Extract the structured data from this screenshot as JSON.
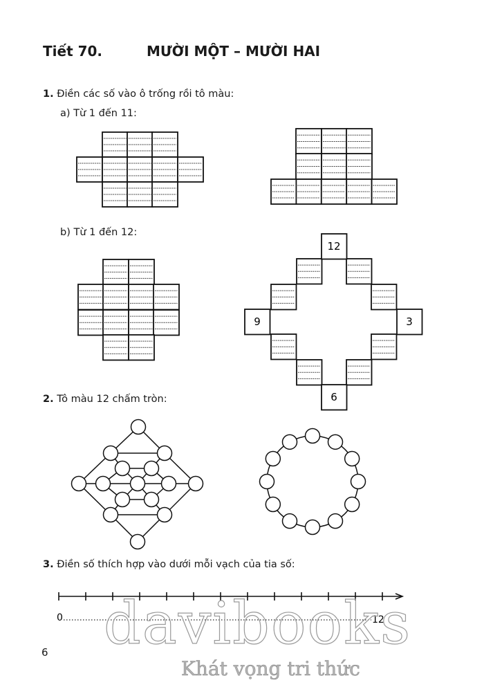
{
  "header": {
    "lesson": "Tiết 70.",
    "title": "MƯỜI MỘT – MƯỜI HAI"
  },
  "exercise1": {
    "number": "1.",
    "instruction": "Điền các số vào ô trống rồi tô màu:",
    "part_a": "a) Từ 1 đến 11:",
    "part_b": "b) Từ 1 đến 12:",
    "clock_labels": {
      "top": "12",
      "right": "3",
      "bottom": "6",
      "left": "9"
    }
  },
  "exercise2": {
    "number": "2.",
    "instruction": "Tô màu 12 chấm tròn:"
  },
  "exercise3": {
    "number": "3.",
    "instruction": "Điền số thích hợp vào dưới mỗi vạch của tia số:",
    "start_label": "0",
    "end_label": "12",
    "tick_count": 13
  },
  "footer": {
    "page_number": "6"
  },
  "watermark": {
    "brand": "davibooks",
    "slogan": "Khát vọng tri thức"
  }
}
